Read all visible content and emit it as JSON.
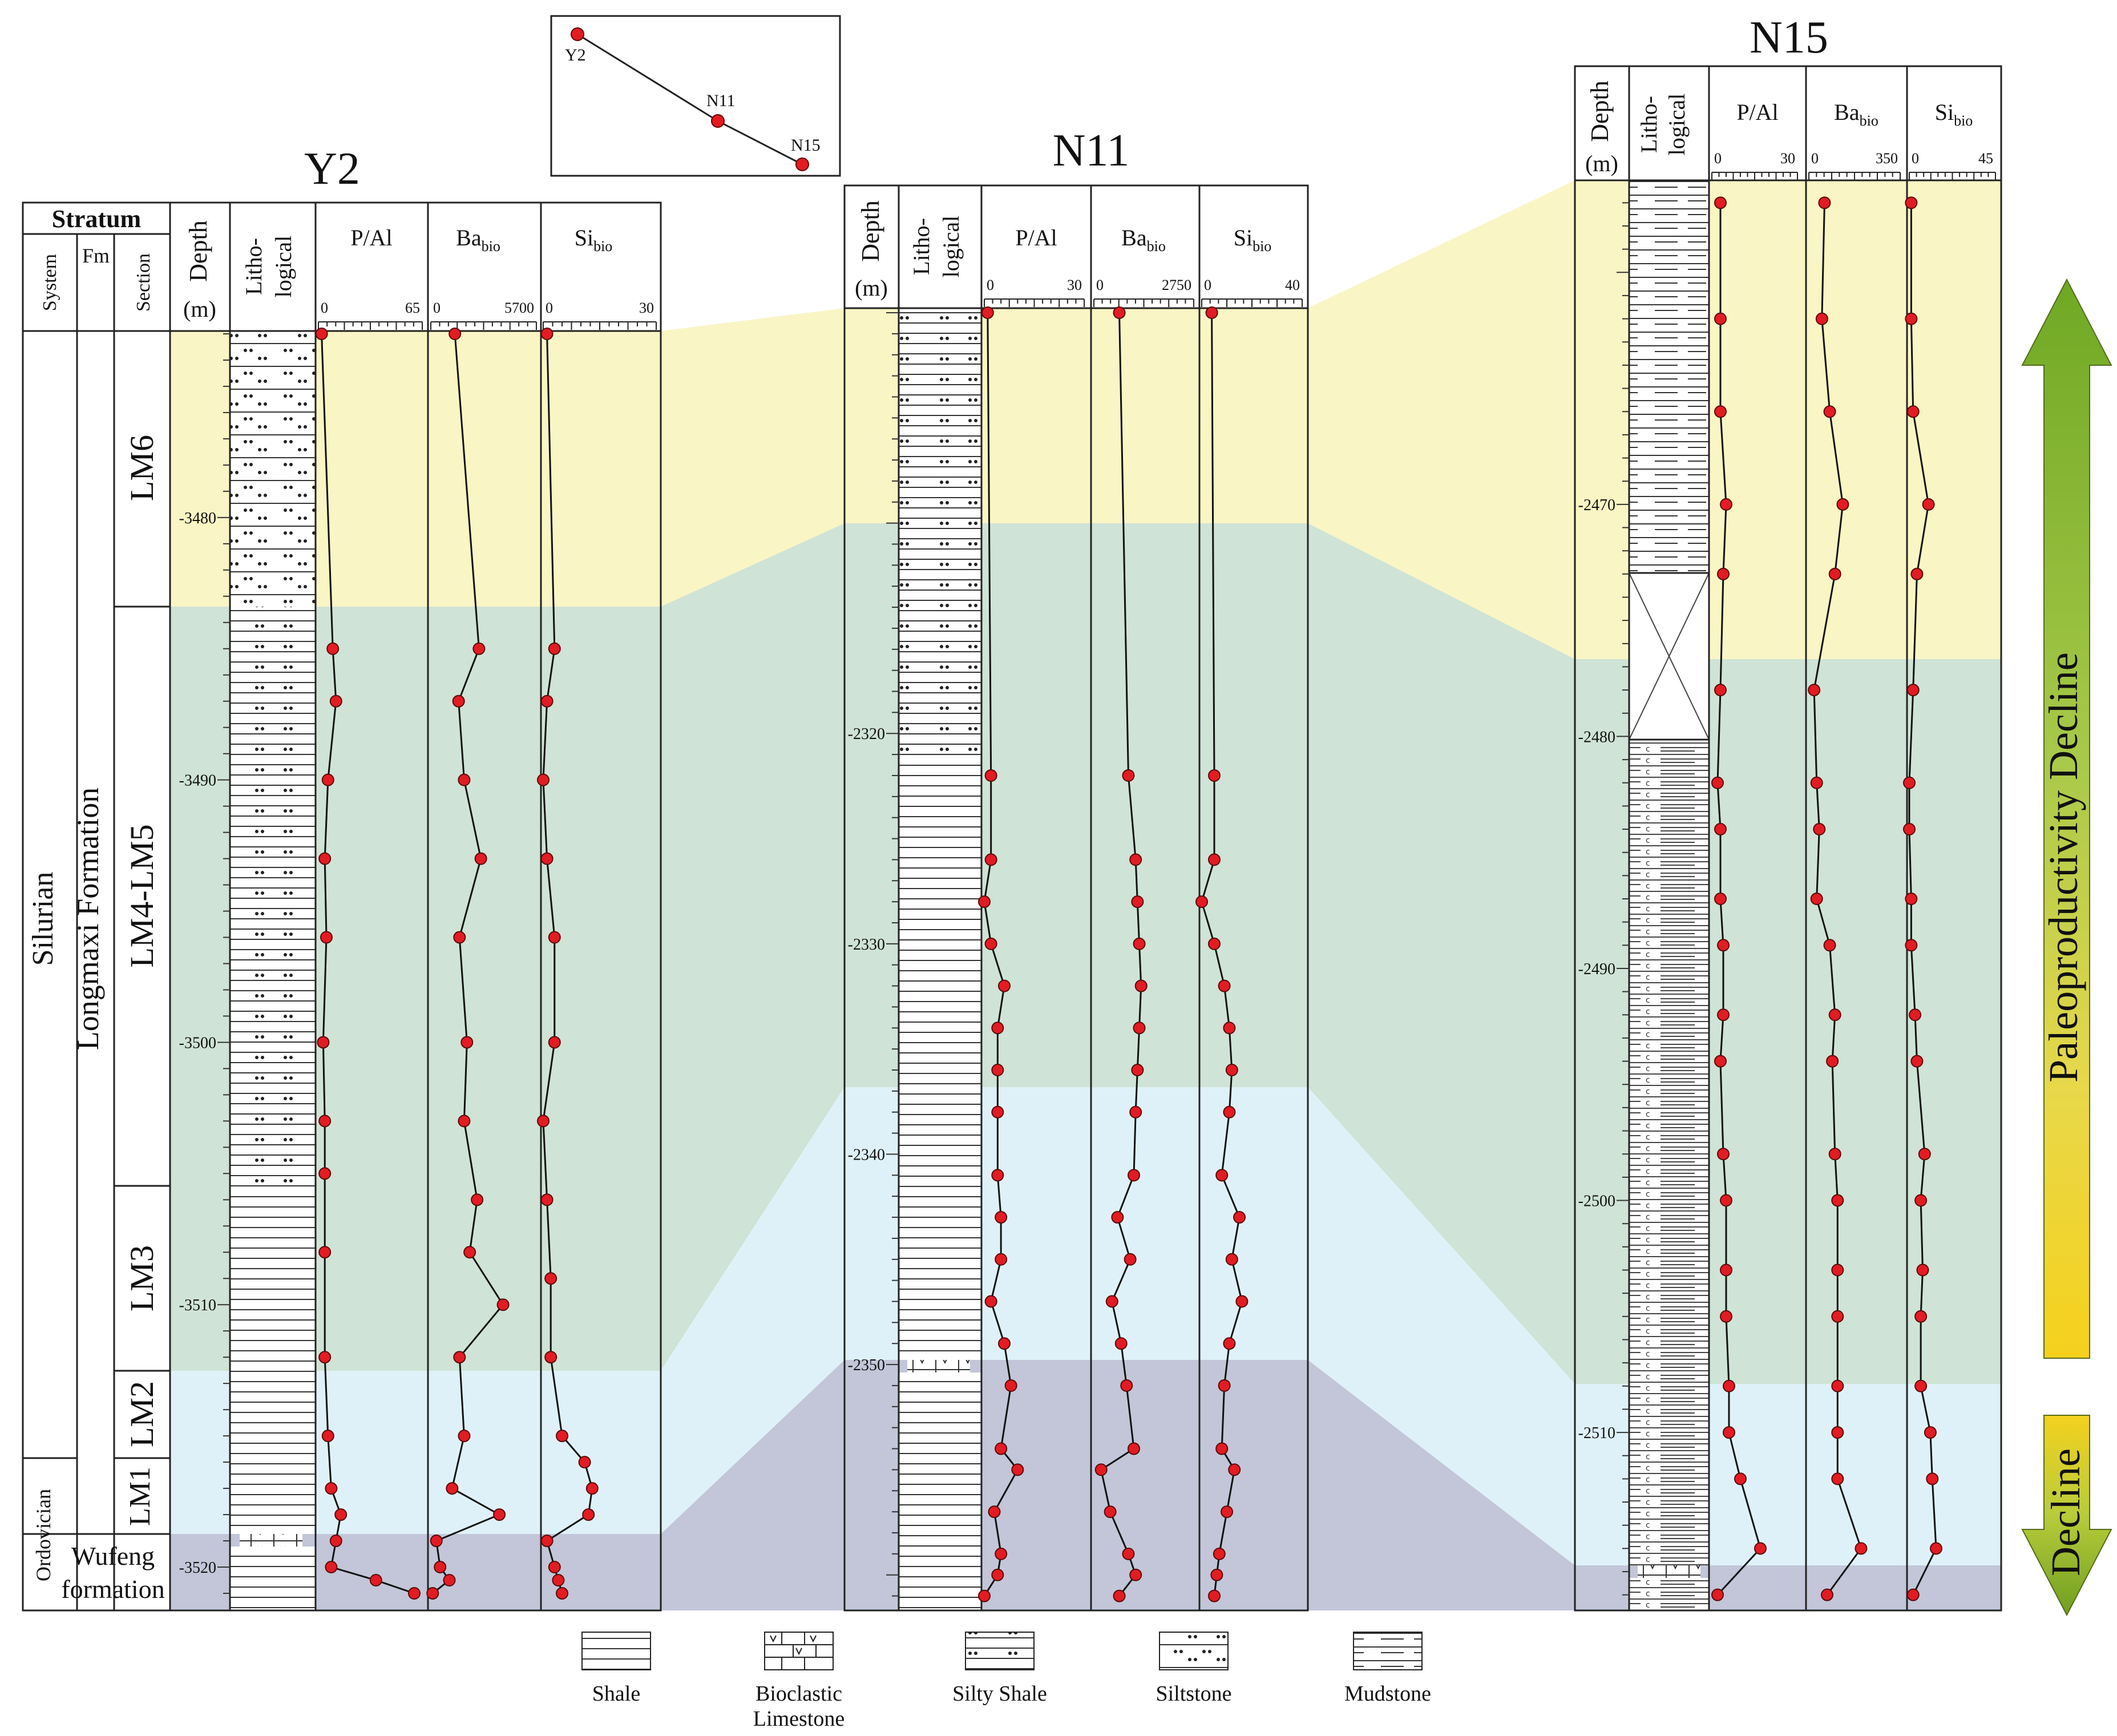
{
  "inset_map": {
    "wells": [
      "Y2",
      "N11",
      "N15"
    ]
  },
  "common_headers": {
    "depth": "Depth",
    "depth_unit": "(m)",
    "litho_line1": "Litho-",
    "litho_line2": "logical",
    "p_al": "P/Al",
    "ba_main": "Ba",
    "si_main": "Si",
    "sub_bio": "bio"
  },
  "wells": [
    {
      "name": "Y2",
      "stratum": "Stratum",
      "system_header": "System",
      "fm_header": "Fm",
      "section_header": "Section",
      "system_silurian": "Silurian",
      "system_ordovician": "Ordovician",
      "fm_longmaxi": "Longmaxi Formation",
      "fm_wufeng_1": "Wufeng",
      "fm_wufeng_2": "formation",
      "sections": [
        "LM6",
        "LM4-LM5",
        "LM3",
        "LM2",
        "LM1"
      ],
      "depth_ticks": [
        3480,
        3490,
        3500,
        3510,
        3520
      ],
      "scales": {
        "p_al": [
          "0",
          "65"
        ],
        "ba": [
          "0",
          "5700"
        ],
        "si": [
          "0",
          "30"
        ]
      }
    },
    {
      "name": "N11",
      "depth_ticks": [
        2320,
        2330,
        2340,
        2350
      ],
      "scales": {
        "p_al": [
          "0",
          "30"
        ],
        "ba": [
          "0",
          "2750"
        ],
        "si": [
          "0",
          "40"
        ]
      }
    },
    {
      "name": "N15",
      "depth_ticks": [
        2470,
        2480,
        2490,
        2500,
        2510
      ],
      "scales": {
        "p_al": [
          "0",
          "30"
        ],
        "ba": [
          "0",
          "350"
        ],
        "si": [
          "0",
          "45"
        ]
      }
    }
  ],
  "trend_arrows": {
    "upper": "Paleoproductivity Decline",
    "lower": "Decline"
  },
  "legend": [
    {
      "key": "shale",
      "label": "Shale"
    },
    {
      "key": "bioclastic",
      "label": "Bioclastic Limestone"
    },
    {
      "key": "silty",
      "label": "Silty Shale"
    },
    {
      "key": "siltstone",
      "label": "Siltstone"
    },
    {
      "key": "mudstone",
      "label": "Mudstone"
    }
  ],
  "colors": {
    "zone_yellow": "#faf5c4",
    "zone_green": "#cfe3d6",
    "zone_blue": "#dff1f8",
    "zone_purple": "#c2c6d8",
    "marker": "#e31b23",
    "arrow_green": "#8fbf2c",
    "arrow_yellow": "#f2d02a"
  },
  "curves": {
    "Y2": {
      "p_al": [
        [
          3473,
          2
        ],
        [
          3485,
          9
        ],
        [
          3487,
          11
        ],
        [
          3490,
          6
        ],
        [
          3493,
          4
        ],
        [
          3496,
          5
        ],
        [
          3500,
          3
        ],
        [
          3503,
          4
        ],
        [
          3505,
          4
        ],
        [
          3508,
          4
        ],
        [
          3512,
          4
        ],
        [
          3515,
          6
        ],
        [
          3517,
          8
        ],
        [
          3518,
          14
        ],
        [
          3519,
          11
        ],
        [
          3520,
          8
        ],
        [
          3520.5,
          36
        ],
        [
          3521,
          60
        ]
      ],
      "ba": [
        [
          3473,
          1300
        ],
        [
          3485,
          2600
        ],
        [
          3487,
          1500
        ],
        [
          3490,
          1800
        ],
        [
          3493,
          2700
        ],
        [
          3496,
          1550
        ],
        [
          3500,
          1950
        ],
        [
          3503,
          1800
        ],
        [
          3506,
          2500
        ],
        [
          3508,
          2100
        ],
        [
          3510,
          3900
        ],
        [
          3512,
          1550
        ],
        [
          3515,
          1800
        ],
        [
          3517,
          1150
        ],
        [
          3518,
          3700
        ],
        [
          3519,
          300
        ],
        [
          3520,
          500
        ],
        [
          3520.5,
          1000
        ],
        [
          3521,
          100
        ]
      ],
      "si": [
        [
          3473,
          1
        ],
        [
          3485,
          3
        ],
        [
          3487,
          1
        ],
        [
          3490,
          0
        ],
        [
          3493,
          1
        ],
        [
          3496,
          3
        ],
        [
          3500,
          3
        ],
        [
          3503,
          0
        ],
        [
          3506,
          1
        ],
        [
          3509,
          2
        ],
        [
          3512,
          2
        ],
        [
          3515,
          5
        ],
        [
          3516,
          11
        ],
        [
          3517,
          13
        ],
        [
          3518,
          12
        ],
        [
          3519,
          1
        ],
        [
          3520,
          3
        ],
        [
          3520.5,
          4
        ],
        [
          3521,
          5
        ]
      ]
    },
    "N11": {
      "p_al": [
        [
          2300,
          1
        ],
        [
          2322,
          2
        ],
        [
          2326,
          2
        ],
        [
          2328,
          0
        ],
        [
          2330,
          2
        ],
        [
          2332,
          6
        ],
        [
          2334,
          4
        ],
        [
          2336,
          4
        ],
        [
          2338,
          4
        ],
        [
          2341,
          4
        ],
        [
          2343,
          5
        ],
        [
          2345,
          5
        ],
        [
          2347,
          2
        ],
        [
          2349,
          6
        ],
        [
          2351,
          8
        ],
        [
          2354,
          5
        ],
        [
          2355,
          10
        ],
        [
          2357,
          3
        ],
        [
          2359,
          5
        ],
        [
          2360,
          4
        ],
        [
          2361,
          0
        ]
      ],
      "ba": [
        [
          2300,
          700
        ],
        [
          2322,
          950
        ],
        [
          2326,
          1150
        ],
        [
          2328,
          1200
        ],
        [
          2330,
          1250
        ],
        [
          2332,
          1300
        ],
        [
          2334,
          1250
        ],
        [
          2336,
          1200
        ],
        [
          2338,
          1150
        ],
        [
          2341,
          1100
        ],
        [
          2343,
          650
        ],
        [
          2345,
          1000
        ],
        [
          2347,
          500
        ],
        [
          2349,
          750
        ],
        [
          2351,
          900
        ],
        [
          2354,
          1100
        ],
        [
          2355,
          200
        ],
        [
          2357,
          450
        ],
        [
          2359,
          950
        ],
        [
          2360,
          1150
        ],
        [
          2361,
          700
        ]
      ],
      "si": [
        [
          2300,
          4
        ],
        [
          2322,
          5
        ],
        [
          2326,
          5
        ],
        [
          2328,
          0
        ],
        [
          2330,
          5
        ],
        [
          2332,
          9
        ],
        [
          2334,
          11
        ],
        [
          2336,
          12
        ],
        [
          2338,
          11
        ],
        [
          2341,
          8
        ],
        [
          2343,
          15
        ],
        [
          2345,
          12
        ],
        [
          2347,
          16
        ],
        [
          2349,
          11
        ],
        [
          2351,
          9
        ],
        [
          2354,
          8
        ],
        [
          2355,
          13
        ],
        [
          2357,
          10
        ],
        [
          2359,
          7
        ],
        [
          2360,
          6
        ],
        [
          2361,
          5
        ]
      ]
    },
    "N15": {
      "p_al": [
        [
          2457,
          3
        ],
        [
          2462,
          3
        ],
        [
          2466,
          3
        ],
        [
          2470,
          5
        ],
        [
          2473,
          4
        ],
        [
          2478,
          3
        ],
        [
          2482,
          2
        ],
        [
          2484,
          3
        ],
        [
          2487,
          3
        ],
        [
          2489,
          4
        ],
        [
          2492,
          4
        ],
        [
          2494,
          3
        ],
        [
          2498,
          4
        ],
        [
          2500,
          5
        ],
        [
          2503,
          5
        ],
        [
          2505,
          5
        ],
        [
          2508,
          6
        ],
        [
          2510,
          6
        ],
        [
          2512,
          10
        ],
        [
          2515,
          17
        ],
        [
          2517,
          2
        ]
      ],
      "ba": [
        [
          2457,
          60
        ],
        [
          2462,
          50
        ],
        [
          2466,
          80
        ],
        [
          2470,
          130
        ],
        [
          2473,
          100
        ],
        [
          2478,
          20
        ],
        [
          2482,
          30
        ],
        [
          2484,
          40
        ],
        [
          2487,
          30
        ],
        [
          2489,
          80
        ],
        [
          2492,
          100
        ],
        [
          2494,
          90
        ],
        [
          2498,
          100
        ],
        [
          2500,
          110
        ],
        [
          2503,
          110
        ],
        [
          2505,
          110
        ],
        [
          2508,
          110
        ],
        [
          2510,
          110
        ],
        [
          2512,
          110
        ],
        [
          2515,
          200
        ],
        [
          2517,
          70
        ]
      ],
      "si": [
        [
          2457,
          1
        ],
        [
          2462,
          1
        ],
        [
          2466,
          2
        ],
        [
          2470,
          10
        ],
        [
          2473,
          4
        ],
        [
          2478,
          2
        ],
        [
          2482,
          0
        ],
        [
          2484,
          0
        ],
        [
          2487,
          1
        ],
        [
          2489,
          1
        ],
        [
          2492,
          3
        ],
        [
          2494,
          4
        ],
        [
          2498,
          8
        ],
        [
          2500,
          6
        ],
        [
          2503,
          7
        ],
        [
          2505,
          6
        ],
        [
          2508,
          6
        ],
        [
          2510,
          11
        ],
        [
          2512,
          12
        ],
        [
          2515,
          14
        ],
        [
          2517,
          2
        ]
      ]
    }
  }
}
